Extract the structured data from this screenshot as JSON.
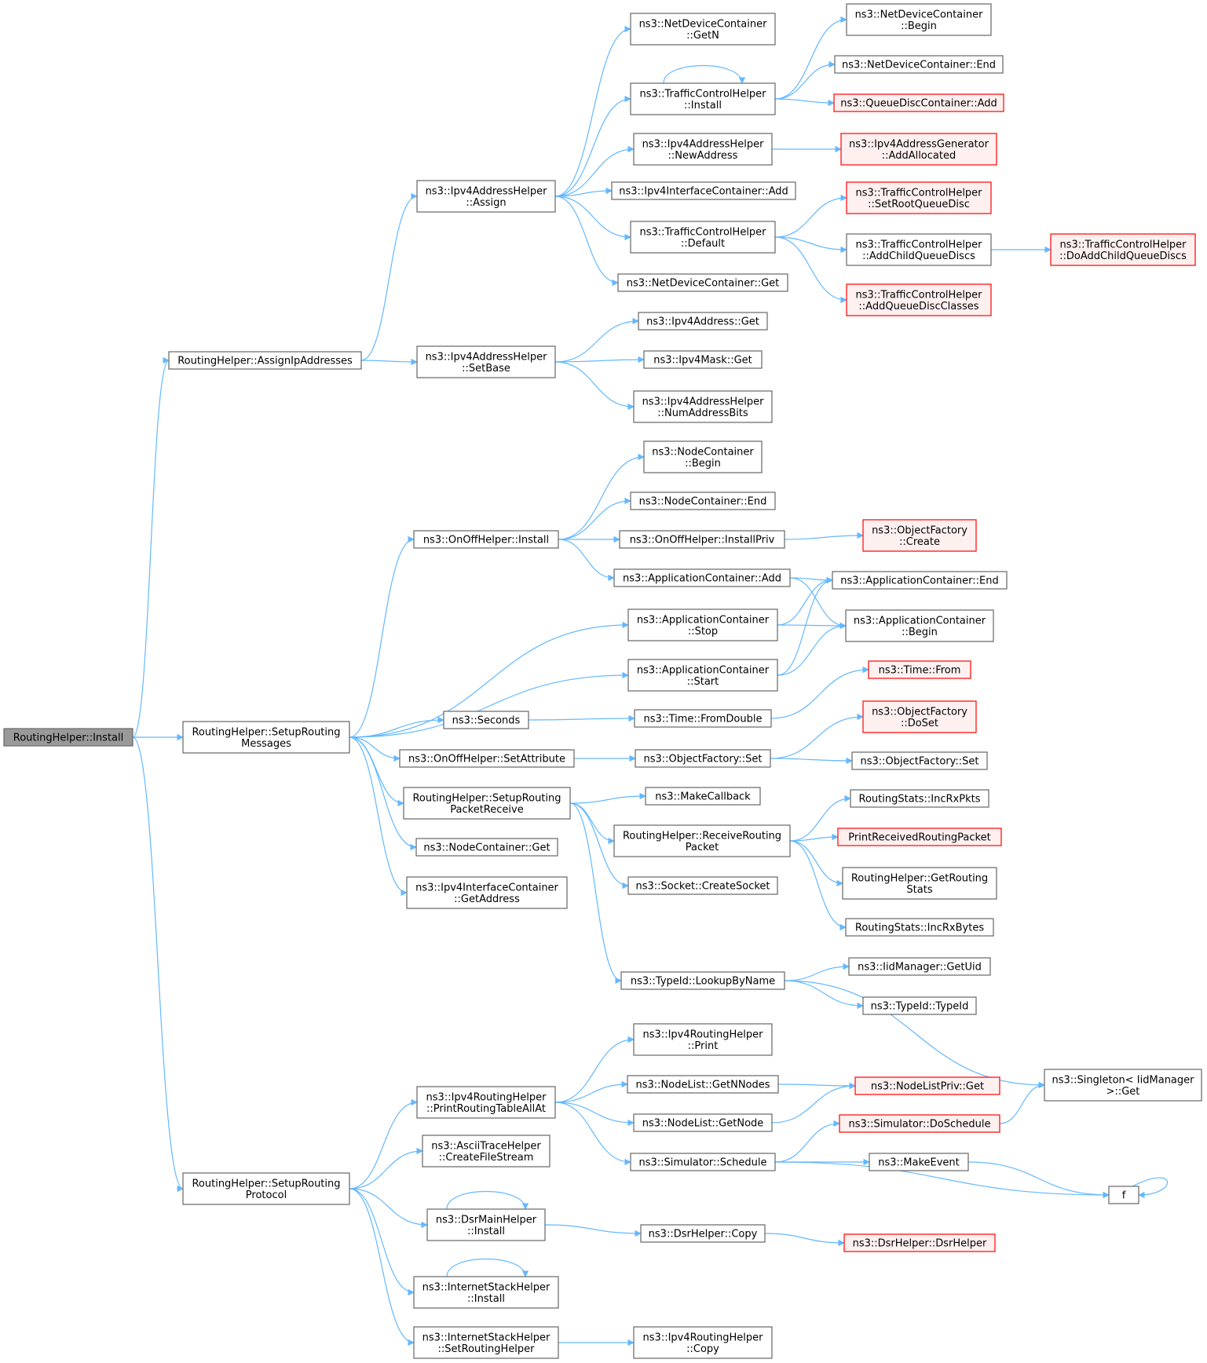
{
  "colors": {
    "edge": "#63b8ff",
    "node_border": "#666666",
    "node_fill": "#ffffff",
    "root_fill": "#999999",
    "root_border": "#666666",
    "red_border": "#ff0000",
    "red_fill": "#fff0f0",
    "text": "#000000"
  },
  "nodes": [
    {
      "id": "root",
      "lines": [
        "RoutingHelper::Install"
      ],
      "style": "root"
    },
    {
      "id": "assignIp",
      "lines": [
        "RoutingHelper::AssignIpAddresses"
      ]
    },
    {
      "id": "setupMsg",
      "lines": [
        "RoutingHelper::SetupRouting",
        "Messages"
      ]
    },
    {
      "id": "setupProto",
      "lines": [
        "RoutingHelper::SetupRouting",
        "Protocol"
      ]
    },
    {
      "id": "ipv4Assign",
      "lines": [
        "ns3::Ipv4AddressHelper",
        "::Assign"
      ]
    },
    {
      "id": "ipv4SetBase",
      "lines": [
        "ns3::Ipv4AddressHelper",
        "::SetBase"
      ]
    },
    {
      "id": "ndcGetN",
      "lines": [
        "ns3::NetDeviceContainer",
        "::GetN"
      ]
    },
    {
      "id": "tchInstall",
      "lines": [
        "ns3::TrafficControlHelper",
        "::Install"
      ]
    },
    {
      "id": "ipv4NewAddr",
      "lines": [
        "ns3::Ipv4AddressHelper",
        "::NewAddress"
      ]
    },
    {
      "id": "ipv4IcAdd",
      "lines": [
        "ns3::Ipv4InterfaceContainer::Add"
      ]
    },
    {
      "id": "tchDefault",
      "lines": [
        "ns3::TrafficControlHelper",
        "::Default"
      ]
    },
    {
      "id": "ndcGet",
      "lines": [
        "ns3::NetDeviceContainer::Get"
      ]
    },
    {
      "id": "ndcBegin",
      "lines": [
        "ns3::NetDeviceContainer",
        "::Begin"
      ]
    },
    {
      "id": "ndcEnd",
      "lines": [
        "ns3::NetDeviceContainer::End"
      ]
    },
    {
      "id": "qdcAdd",
      "lines": [
        "ns3::QueueDiscContainer::Add"
      ],
      "style": "red"
    },
    {
      "id": "ipv4AddrGen",
      "lines": [
        "ns3::Ipv4AddressGenerator",
        "::AddAllocated"
      ],
      "style": "red"
    },
    {
      "id": "tchSetRoot",
      "lines": [
        "ns3::TrafficControlHelper",
        "::SetRootQueueDisc"
      ],
      "style": "red"
    },
    {
      "id": "tchAddChild",
      "lines": [
        "ns3::TrafficControlHelper",
        "::AddChildQueueDiscs"
      ]
    },
    {
      "id": "tchDoAddChild",
      "lines": [
        "ns3::TrafficControlHelper",
        "::DoAddChildQueueDiscs"
      ],
      "style": "red"
    },
    {
      "id": "tchAddClasses",
      "lines": [
        "ns3::TrafficControlHelper",
        "::AddQueueDiscClasses"
      ],
      "style": "red"
    },
    {
      "id": "ipv4AddrGet",
      "lines": [
        "ns3::Ipv4Address::Get"
      ]
    },
    {
      "id": "ipv4MaskGet",
      "lines": [
        "ns3::Ipv4Mask::Get"
      ]
    },
    {
      "id": "numAddrBits",
      "lines": [
        "ns3::Ipv4AddressHelper",
        "::NumAddressBits"
      ]
    },
    {
      "id": "ncBegin",
      "lines": [
        "ns3::NodeContainer",
        "::Begin"
      ]
    },
    {
      "id": "ncEnd",
      "lines": [
        "ns3::NodeContainer::End"
      ]
    },
    {
      "id": "onoffInstall",
      "lines": [
        "ns3::OnOffHelper::Install"
      ]
    },
    {
      "id": "onoffInstallPriv",
      "lines": [
        "ns3::OnOffHelper::InstallPriv"
      ]
    },
    {
      "id": "ofCreate",
      "lines": [
        "ns3::ObjectFactory",
        "::Create"
      ],
      "style": "red"
    },
    {
      "id": "acAdd",
      "lines": [
        "ns3::ApplicationContainer::Add"
      ]
    },
    {
      "id": "acEnd",
      "lines": [
        "ns3::ApplicationContainer::End"
      ]
    },
    {
      "id": "acStop",
      "lines": [
        "ns3::ApplicationContainer",
        "::Stop"
      ]
    },
    {
      "id": "acBegin",
      "lines": [
        "ns3::ApplicationContainer",
        "::Begin"
      ]
    },
    {
      "id": "acStart",
      "lines": [
        "ns3::ApplicationContainer",
        "::Start"
      ]
    },
    {
      "id": "timeFrom",
      "lines": [
        "ns3::Time::From"
      ],
      "style": "red"
    },
    {
      "id": "seconds",
      "lines": [
        "ns3::Seconds"
      ]
    },
    {
      "id": "timeFromDouble",
      "lines": [
        "ns3::Time::FromDouble"
      ]
    },
    {
      "id": "ofDoSet",
      "lines": [
        "ns3::ObjectFactory",
        "::DoSet"
      ],
      "style": "red"
    },
    {
      "id": "onoffSetAttr",
      "lines": [
        "ns3::OnOffHelper::SetAttribute"
      ]
    },
    {
      "id": "ofSet",
      "lines": [
        "ns3::ObjectFactory::Set"
      ]
    },
    {
      "id": "ofSet2",
      "lines": [
        "ns3::ObjectFactory::Set"
      ]
    },
    {
      "id": "setupRecv",
      "lines": [
        "RoutingHelper::SetupRouting",
        "PacketReceive"
      ]
    },
    {
      "id": "makeCallback",
      "lines": [
        "ns3::MakeCallback"
      ]
    },
    {
      "id": "statsIncRxPkts",
      "lines": [
        "RoutingStats::IncRxPkts"
      ]
    },
    {
      "id": "recvPacket",
      "lines": [
        "RoutingHelper::ReceiveRouting",
        "Packet"
      ]
    },
    {
      "id": "printRecv",
      "lines": [
        "PrintReceivedRoutingPacket"
      ],
      "style": "red"
    },
    {
      "id": "ncGet",
      "lines": [
        "ns3::NodeContainer::Get"
      ]
    },
    {
      "id": "getStats",
      "lines": [
        "RoutingHelper::GetRouting",
        "Stats"
      ]
    },
    {
      "id": "ipv4IcGetAddr",
      "lines": [
        "ns3::Ipv4InterfaceContainer",
        "::GetAddress"
      ]
    },
    {
      "id": "createSocket",
      "lines": [
        "ns3::Socket::CreateSocket"
      ]
    },
    {
      "id": "statsIncRxBytes",
      "lines": [
        "RoutingStats::IncRxBytes"
      ]
    },
    {
      "id": "lookupByName",
      "lines": [
        "ns3::TypeId::LookupByName"
      ]
    },
    {
      "id": "iidGetUid",
      "lines": [
        "ns3::IidManager::GetUid"
      ]
    },
    {
      "id": "typeIdTypeId",
      "lines": [
        "ns3::TypeId::TypeId"
      ]
    },
    {
      "id": "ipv4RhPrint",
      "lines": [
        "ns3::Ipv4RoutingHelper",
        "::Print"
      ]
    },
    {
      "id": "singletonGet",
      "lines": [
        "ns3::Singleton< IidManager",
        ">::Get"
      ]
    },
    {
      "id": "nlGetNNodes",
      "lines": [
        "ns3::NodeList::GetNNodes"
      ]
    },
    {
      "id": "nlPrivGet",
      "lines": [
        "ns3::NodeListPriv::Get"
      ],
      "style": "red"
    },
    {
      "id": "printRoutingAll",
      "lines": [
        "ns3::Ipv4RoutingHelper",
        "::PrintRoutingTableAllAt"
      ]
    },
    {
      "id": "nlGetNode",
      "lines": [
        "ns3::NodeList::GetNode"
      ]
    },
    {
      "id": "simDoSchedule",
      "lines": [
        "ns3::Simulator::DoSchedule"
      ],
      "style": "red"
    },
    {
      "id": "asciiCreate",
      "lines": [
        "ns3::AsciiTraceHelper",
        "::CreateFileStream"
      ]
    },
    {
      "id": "simSchedule",
      "lines": [
        "ns3::Simulator::Schedule"
      ]
    },
    {
      "id": "makeEvent",
      "lines": [
        "ns3::MakeEvent"
      ]
    },
    {
      "id": "f",
      "lines": [
        "f"
      ]
    },
    {
      "id": "dsrMainInstall",
      "lines": [
        "ns3::DsrMainHelper",
        "::Install"
      ]
    },
    {
      "id": "dsrCopy",
      "lines": [
        "ns3::DsrHelper::Copy"
      ]
    },
    {
      "id": "dsrHelper",
      "lines": [
        "ns3::DsrHelper::DsrHelper"
      ],
      "style": "red"
    },
    {
      "id": "ishInstall",
      "lines": [
        "ns3::InternetStackHelper",
        "::Install"
      ]
    },
    {
      "id": "ishSetRouting",
      "lines": [
        "ns3::InternetStackHelper",
        "::SetRoutingHelper"
      ]
    },
    {
      "id": "ipv4RhCopy",
      "lines": [
        "ns3::Ipv4RoutingHelper",
        "::Copy"
      ]
    }
  ],
  "edges": [
    [
      "root",
      "assignIp"
    ],
    [
      "root",
      "setupMsg"
    ],
    [
      "root",
      "setupProto"
    ],
    [
      "assignIp",
      "ipv4Assign"
    ],
    [
      "assignIp",
      "ipv4SetBase"
    ],
    [
      "ipv4Assign",
      "ndcGetN"
    ],
    [
      "ipv4Assign",
      "tchInstall"
    ],
    [
      "ipv4Assign",
      "ipv4NewAddr"
    ],
    [
      "ipv4Assign",
      "ipv4IcAdd"
    ],
    [
      "ipv4Assign",
      "tchDefault"
    ],
    [
      "ipv4Assign",
      "ndcGet"
    ],
    [
      "tchInstall",
      "tchInstall"
    ],
    [
      "tchInstall",
      "ndcBegin"
    ],
    [
      "tchInstall",
      "ndcEnd"
    ],
    [
      "tchInstall",
      "qdcAdd"
    ],
    [
      "ipv4NewAddr",
      "ipv4AddrGen"
    ],
    [
      "tchDefault",
      "tchSetRoot"
    ],
    [
      "tchDefault",
      "tchAddChild"
    ],
    [
      "tchDefault",
      "tchAddClasses"
    ],
    [
      "tchAddChild",
      "tchDoAddChild"
    ],
    [
      "ipv4SetBase",
      "ipv4AddrGet"
    ],
    [
      "ipv4SetBase",
      "ipv4MaskGet"
    ],
    [
      "ipv4SetBase",
      "numAddrBits"
    ],
    [
      "setupMsg",
      "onoffInstall"
    ],
    [
      "setupMsg",
      "acStop"
    ],
    [
      "setupMsg",
      "acStart"
    ],
    [
      "setupMsg",
      "seconds"
    ],
    [
      "setupMsg",
      "onoffSetAttr"
    ],
    [
      "setupMsg",
      "setupRecv"
    ],
    [
      "setupMsg",
      "ncGet"
    ],
    [
      "setupMsg",
      "ipv4IcGetAddr"
    ],
    [
      "onoffInstall",
      "ncBegin"
    ],
    [
      "onoffInstall",
      "ncEnd"
    ],
    [
      "onoffInstall",
      "onoffInstallPriv"
    ],
    [
      "onoffInstall",
      "acAdd"
    ],
    [
      "onoffInstallPriv",
      "ofCreate"
    ],
    [
      "acAdd",
      "acEnd"
    ],
    [
      "acAdd",
      "acBegin"
    ],
    [
      "acStop",
      "acEnd"
    ],
    [
      "acStop",
      "acBegin"
    ],
    [
      "acStart",
      "acEnd"
    ],
    [
      "acStart",
      "acBegin"
    ],
    [
      "seconds",
      "timeFromDouble"
    ],
    [
      "timeFromDouble",
      "timeFrom"
    ],
    [
      "onoffSetAttr",
      "ofSet"
    ],
    [
      "ofSet",
      "ofDoSet"
    ],
    [
      "ofSet",
      "ofSet2"
    ],
    [
      "setupRecv",
      "makeCallback"
    ],
    [
      "setupRecv",
      "recvPacket"
    ],
    [
      "setupRecv",
      "createSocket"
    ],
    [
      "setupRecv",
      "lookupByName"
    ],
    [
      "recvPacket",
      "statsIncRxPkts"
    ],
    [
      "recvPacket",
      "printRecv"
    ],
    [
      "recvPacket",
      "getStats"
    ],
    [
      "recvPacket",
      "statsIncRxBytes"
    ],
    [
      "lookupByName",
      "iidGetUid"
    ],
    [
      "lookupByName",
      "typeIdTypeId"
    ],
    [
      "lookupByName",
      "singletonGet"
    ],
    [
      "setupProto",
      "printRoutingAll"
    ],
    [
      "setupProto",
      "asciiCreate"
    ],
    [
      "setupProto",
      "dsrMainInstall"
    ],
    [
      "setupProto",
      "ishInstall"
    ],
    [
      "setupProto",
      "ishSetRouting"
    ],
    [
      "printRoutingAll",
      "ipv4RhPrint"
    ],
    [
      "printRoutingAll",
      "nlGetNNodes"
    ],
    [
      "printRoutingAll",
      "nlGetNode"
    ],
    [
      "printRoutingAll",
      "simSchedule"
    ],
    [
      "nlGetNNodes",
      "nlPrivGet"
    ],
    [
      "nlGetNode",
      "nlPrivGet"
    ],
    [
      "simSchedule",
      "simDoSchedule"
    ],
    [
      "simSchedule",
      "makeEvent"
    ],
    [
      "simSchedule",
      "f"
    ],
    [
      "simDoSchedule",
      "singletonGet"
    ],
    [
      "makeEvent",
      "f"
    ],
    [
      "f",
      "f"
    ],
    [
      "dsrMainInstall",
      "dsrMainInstall"
    ],
    [
      "dsrMainInstall",
      "dsrCopy"
    ],
    [
      "dsrCopy",
      "dsrHelper"
    ],
    [
      "ishInstall",
      "ishInstall"
    ],
    [
      "ishSetRouting",
      "ipv4RhCopy"
    ]
  ]
}
